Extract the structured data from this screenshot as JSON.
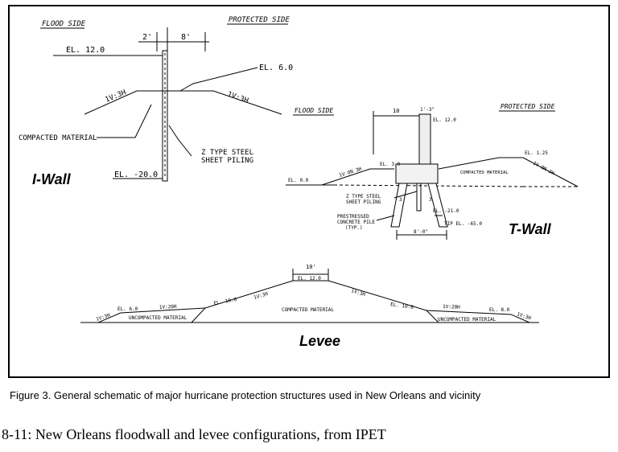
{
  "iwall": {
    "title": "I-Wall",
    "flood_side": "FLOOD SIDE",
    "protected_side": "PROTECTED SIDE",
    "dim_left": "2'",
    "dim_right": "8'",
    "el_top": "EL. 12.0",
    "el_crest": "EL. 6.0",
    "slope_left": "1V:3H",
    "slope_right": "1V:3H",
    "compacted": "COMPACTED MATERIAL",
    "piling_line1": "Z TYPE STEEL",
    "piling_line2": "SHEET PILING",
    "el_tip": "EL. -20.0"
  },
  "twall": {
    "title": "T-Wall",
    "flood_side": "FLOOD SIDE",
    "protected_side": "PROTECTED SIDE",
    "dim_base": "10",
    "dim_stem": "1'-3\"",
    "el_top": "EL. 12.0",
    "el_left": "EL. 3.0",
    "el_right": "EL. 1.25",
    "el_ground": "EL. 0.0",
    "slope_left": "1V ON 3H",
    "slope_right": "1V ON 3H",
    "compacted": "COMPACTED MATERIAL",
    "piling_line1": "Z TYPE STEEL",
    "piling_line2": "SHEET PILING",
    "el_pile": "EL. -21.0",
    "pile_line1": "PRESTRESSED",
    "pile_line2": "CONCRETE PILE",
    "pile_line3": "(TYP.)",
    "tip": "TIP EL. -65.0",
    "dim_bottom": "8'-0\"",
    "batter_left": "3",
    "batter_right": "3"
  },
  "levee": {
    "title": "Levee",
    "crest_width": "10'",
    "el_crest": "EL. 12.0",
    "compacted": "COMPACTED MATERIAL",
    "slope_left_upper": "1V:3H",
    "slope_right_upper": "1V:3H",
    "el_left_berm": "EL. 10.0",
    "el_right_berm": "EL. 10.0",
    "slope_left_berm": "1V:20H",
    "slope_right_berm": "1V:20H",
    "el_left_toe": "EL. 6.0",
    "el_right_toe": "EL. 8.0",
    "slope_left_toe": "1V:3H",
    "slope_right_toe": "1V:3H",
    "uncompacted_left": "UNCOMPACTED MATERIAL",
    "uncompacted_right": "UNCOMPACTED MATERIAL"
  },
  "caption": {
    "figure": "Figure 3.    General schematic of major hurricane protection structures used in New Orleans and vicinity",
    "sub": "8-11: New Orleans floodwall and levee configurations, from IPET"
  }
}
